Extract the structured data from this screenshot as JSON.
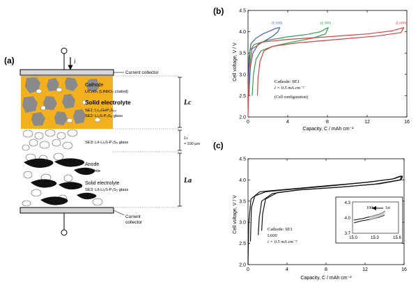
{
  "panel_a": {
    "label": "(a)",
    "current_symbol": "i",
    "current_collector_top": "Current collector",
    "cathode_title": "Cathode",
    "cathode_material": "LiCoO₂ (LiNbO₃ coated)",
    "se_title": "Solid electrolyte",
    "se1": "SE1: Li₁₀GeP₂S₁₂",
    "se2": "SE2: Li₂S-P₂S₅ glass",
    "se3_sep": "SE3: LiI-Li₂S-P₂S₅ glass",
    "lc": "Lc",
    "ls": "Ls",
    "ls_value": "≈ 100 µm",
    "la": "La",
    "anode_title": "Anode",
    "anode_material": "Graphite",
    "anode_se_title": "Solid electrolyte",
    "anode_se3": "SE3: LiI-Li₂S-P₂S₅ glass",
    "current_collector_bottom_1": "Current",
    "current_collector_bottom_2": "collector",
    "colors": {
      "cathode_yellow": "#f2b01e",
      "cathode_gray": "#8a8a8a",
      "anode_black": "#111111"
    }
  },
  "panel_b": {
    "label": "(b)",
    "ylabel": "Cell voltage, V / V",
    "xlabel": "Capacity, C / mAh cm⁻²",
    "note_1": "Cathode: SE1",
    "note_2": "i = 0.5 mA cm⁻²",
    "note_3": "(Cell configuration)",
    "x_ticks": [
      "0",
      "4",
      "8",
      "12",
      "16"
    ],
    "y_ticks": [
      "2.0",
      "2.5",
      "3.0",
      "3.5",
      "4.0",
      "4.5"
    ]
  },
  "panel_c": {
    "label": "(c)",
    "ylabel": "Cell voltage, V / V",
    "xlabel": "Capacity, C / mAh cm⁻²",
    "note_1": "Cathode: SE1",
    "note_2": "L600",
    "note_3": "i = 0.5 mA cm⁻²",
    "x_ticks": [
      "0",
      "4",
      "8",
      "12",
      "16"
    ],
    "y_ticks": [
      "2.0",
      "2.5",
      "3.0",
      "3.5",
      "4.0",
      "4.5"
    ],
    "inset": {
      "x_ticks": [
        "15.0",
        "15.3",
        "15.6"
      ],
      "y_ticks": [
        "3.7",
        "4.0",
        "4.3"
      ],
      "label_10th": "10th",
      "label_1st": "1st"
    }
  },
  "chart_data": [
    {
      "type": "line",
      "panel": "(b)",
      "xlabel": "Capacity, C / mAh cm⁻²",
      "ylabel": "Cell voltage, V / V",
      "xlim": [
        0,
        16
      ],
      "ylim": [
        2.0,
        4.5
      ],
      "x_ticks": [
        0,
        4,
        8,
        12,
        16
      ],
      "y_ticks": [
        2.0,
        2.5,
        3.0,
        3.5,
        4.0,
        4.5
      ],
      "series": [
        {
          "name": "(L100)",
          "color": "#3d5fb4",
          "charge": [
            [
              0,
              2.5
            ],
            [
              0.1,
              3.4
            ],
            [
              0.3,
              3.72
            ],
            [
              0.8,
              3.85
            ],
            [
              1.5,
              3.95
            ],
            [
              2.2,
              4.02
            ],
            [
              2.8,
              4.08
            ],
            [
              3.2,
              4.1
            ]
          ],
          "discharge": [
            [
              3.2,
              4.1
            ],
            [
              3.0,
              4.0
            ],
            [
              2.5,
              3.9
            ],
            [
              1.8,
              3.8
            ],
            [
              1.0,
              3.7
            ],
            [
              0.5,
              3.5
            ],
            [
              0.25,
              3.2
            ],
            [
              0.15,
              2.8
            ],
            [
              0.1,
              2.5
            ]
          ]
        },
        {
          "name": "(L300)",
          "color": "#2e9a4f",
          "charge": [
            [
              0,
              2.5
            ],
            [
              0.2,
              3.55
            ],
            [
              0.6,
              3.7
            ],
            [
              2.0,
              3.8
            ],
            [
              4.0,
              3.88
            ],
            [
              6.0,
              3.94
            ],
            [
              7.3,
              4.0
            ],
            [
              7.9,
              4.08
            ],
            [
              8.1,
              4.1
            ]
          ],
          "discharge": [
            [
              8.1,
              4.1
            ],
            [
              7.8,
              3.95
            ],
            [
              6.5,
              3.85
            ],
            [
              4.5,
              3.76
            ],
            [
              2.5,
              3.66
            ],
            [
              1.3,
              3.55
            ],
            [
              0.8,
              3.35
            ],
            [
              0.55,
              3.0
            ],
            [
              0.45,
              2.6
            ],
            [
              0.4,
              2.5
            ]
          ]
        },
        {
          "name": "(L600)",
          "color": "#d94040",
          "charge": [
            [
              0,
              2.0
            ],
            [
              0.1,
              3.1
            ],
            [
              0.4,
              3.6
            ],
            [
              1.5,
              3.76
            ],
            [
              4.0,
              3.82
            ],
            [
              8.0,
              3.88
            ],
            [
              12.0,
              3.95
            ],
            [
              14.5,
              4.02
            ],
            [
              15.4,
              4.08
            ],
            [
              15.7,
              4.1
            ]
          ],
          "discharge": [
            [
              15.7,
              4.1
            ],
            [
              15.4,
              3.98
            ],
            [
              13.0,
              3.9
            ],
            [
              9.0,
              3.82
            ],
            [
              5.0,
              3.74
            ],
            [
              2.5,
              3.66
            ],
            [
              1.6,
              3.55
            ],
            [
              1.2,
              3.3
            ],
            [
              1.0,
              2.9
            ],
            [
              0.95,
              2.5
            ]
          ]
        }
      ]
    },
    {
      "type": "line",
      "panel": "(c)",
      "xlabel": "Capacity, C / mAh cm⁻²",
      "ylabel": "Cell voltage, V / V",
      "xlim": [
        0,
        16
      ],
      "ylim": [
        2.0,
        4.5
      ],
      "x_ticks": [
        0,
        4,
        8,
        12,
        16
      ],
      "y_ticks": [
        2.0,
        2.5,
        3.0,
        3.5,
        4.0,
        4.5
      ],
      "series": [
        {
          "color": "#111111",
          "charge": [
            [
              0,
              2.0
            ],
            [
              0.08,
              3.0
            ],
            [
              0.3,
              3.55
            ],
            [
              1.2,
              3.72
            ],
            [
              4.0,
              3.78
            ],
            [
              8.0,
              3.86
            ],
            [
              12.0,
              3.94
            ],
            [
              14.8,
              4.02
            ],
            [
              15.5,
              4.08
            ],
            [
              15.75,
              4.09
            ]
          ],
          "discharge": [
            [
              15.75,
              4.09
            ],
            [
              15.6,
              4.0
            ],
            [
              13.0,
              3.9
            ],
            [
              9.0,
              3.82
            ],
            [
              5.0,
              3.76
            ],
            [
              2.5,
              3.68
            ],
            [
              1.4,
              3.5
            ],
            [
              1.15,
              3.1
            ],
            [
              1.05,
              2.7
            ]
          ]
        },
        {
          "color": "#111111",
          "charge": [
            [
              0.25,
              2.55
            ],
            [
              0.35,
              3.35
            ],
            [
              0.7,
              3.62
            ],
            [
              1.8,
              3.72
            ],
            [
              4.5,
              3.78
            ],
            [
              8.5,
              3.86
            ],
            [
              12.5,
              3.95
            ],
            [
              15.0,
              4.03
            ],
            [
              15.6,
              4.08
            ],
            [
              15.85,
              4.09
            ]
          ],
          "discharge": [
            [
              15.85,
              4.09
            ],
            [
              15.7,
              4.0
            ],
            [
              13.5,
              3.91
            ],
            [
              9.5,
              3.83
            ],
            [
              5.5,
              3.77
            ],
            [
              3.0,
              3.7
            ],
            [
              1.8,
              3.55
            ],
            [
              1.5,
              3.2
            ],
            [
              1.4,
              2.8
            ]
          ]
        }
      ],
      "inset": {
        "xlim": [
          15.0,
          15.6
        ],
        "ylim": [
          3.7,
          4.3
        ],
        "x_ticks": [
          15.0,
          15.3,
          15.6
        ],
        "y_ticks": [
          3.7,
          4.0,
          4.3
        ],
        "series_labels": [
          "10th",
          "1st"
        ]
      }
    }
  ]
}
